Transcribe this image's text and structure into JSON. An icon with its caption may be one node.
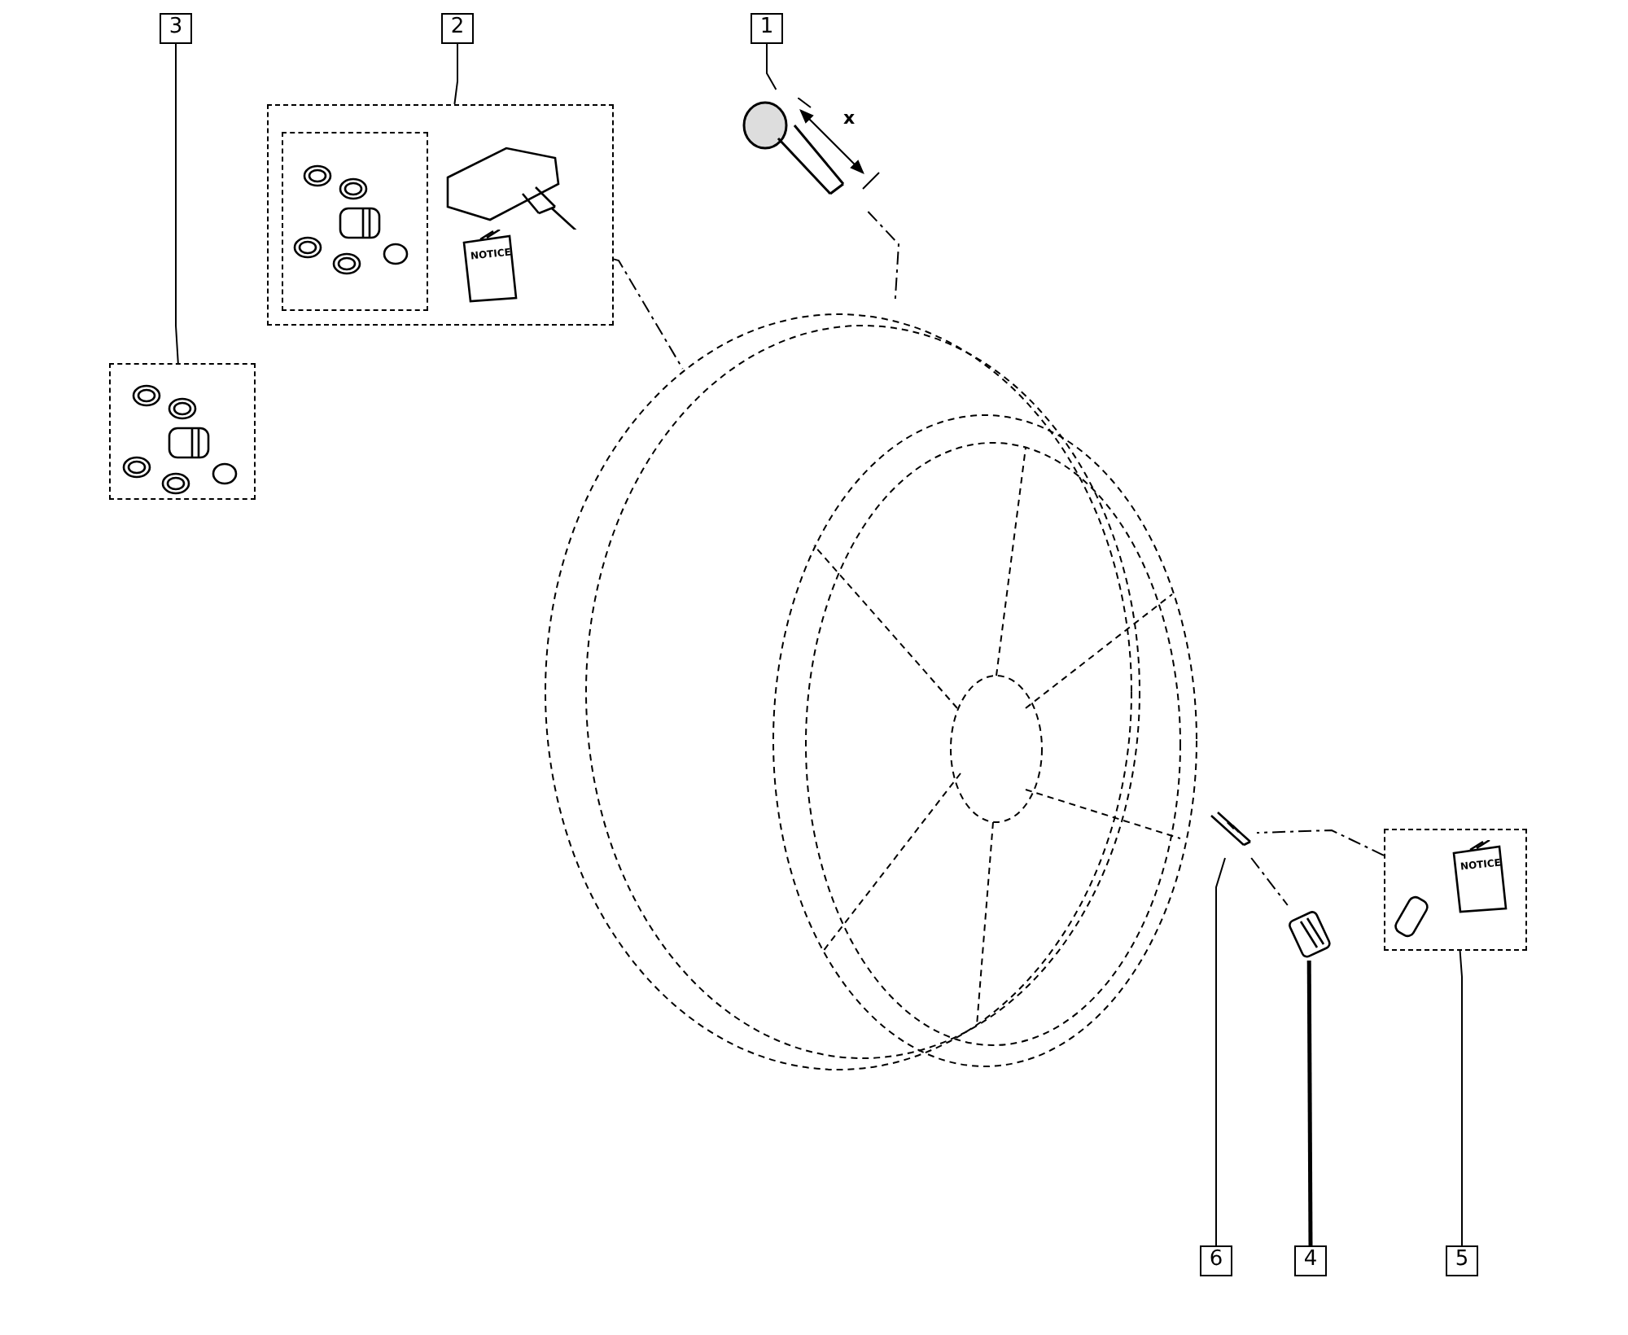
{
  "diagram": {
    "nodes": [
      {
        "text": [
          "3"
        ]
      },
      {
        "text": [
          "2"
        ]
      },
      {
        "text": [
          "1"
        ]
      },
      {
        "text": [],
        "shape": "box"
      },
      {
        "text": [],
        "shape": "box"
      },
      {
        "text": [],
        "shape": "box",
        "in": 4
      },
      {
        "text": [],
        "shape": "picture"
      },
      {
        "text": [],
        "shape": "picture"
      },
      {
        "text": [],
        "shape": "picture"
      },
      {
        "text": [],
        "shape": "picture"
      },
      {
        "text": [],
        "shape": "box"
      },
      {
        "text": [
          "6"
        ]
      },
      {
        "text": [
          "4"
        ]
      },
      {
        "text": [
          "5"
        ]
      }
    ],
    "edges": [
      {
        "from": 0,
        "to": 3,
        "arrow": "none"
      },
      {
        "from": 1,
        "to": 4,
        "arrow": "none"
      },
      {
        "from": 2,
        "to": 6,
        "arrow": "none"
      },
      {
        "from": 6,
        "to": 7,
        "arrow": "none",
        "style": "dashed"
      },
      {
        "from": 4,
        "to": 7,
        "arrow": "none",
        "style": "dashed"
      },
      {
        "from": 8,
        "to": 9,
        "arrow": "none",
        "style": "dashed"
      },
      {
        "from": 10,
        "to": 8,
        "arrow": "none",
        "style": "dashed"
      },
      {
        "from": 11,
        "to": 8,
        "arrow": "none"
      },
      {
        "from": 12,
        "to": 9,
        "arrow": "none",
        "style": "thick"
      },
      {
        "from": 13,
        "to": 10,
        "arrow": "none"
      }
    ],
    "labels": [
      "x",
      "NOTICE",
      "NOTICE"
    ]
  }
}
